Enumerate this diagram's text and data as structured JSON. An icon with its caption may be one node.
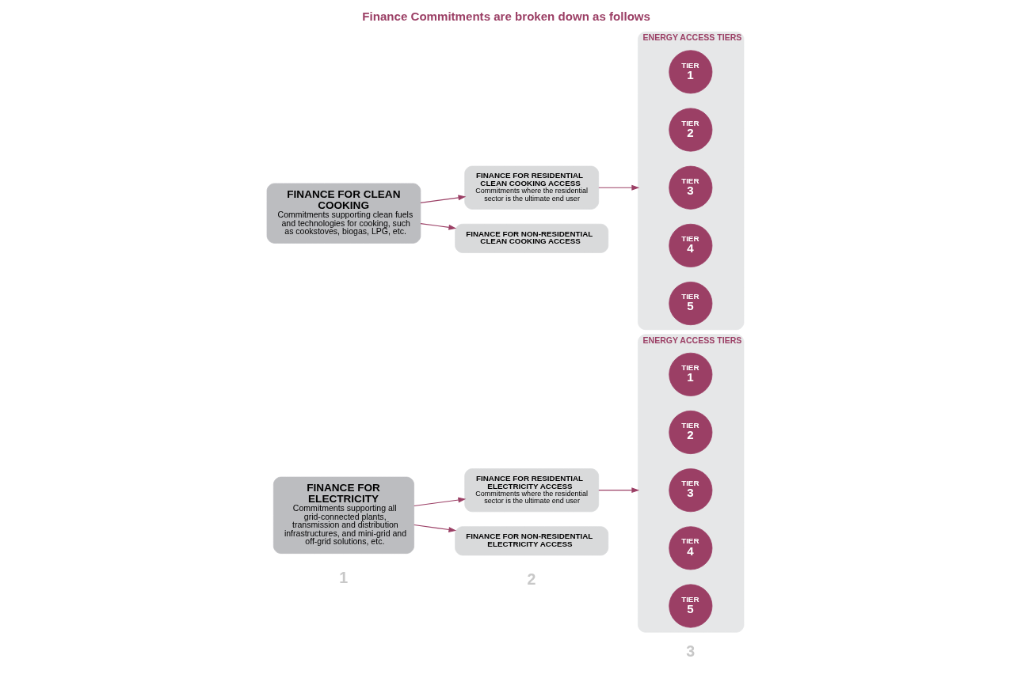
{
  "diagram": {
    "title": "Finance Commitments are broken down as follows",
    "nodes": [
      {
        "text": [
          "FINANCE FOR ELECTRICITY",
          "Commitments supporting all grid-connected plants, transmission and distribution infrastructures, and mini-grid and off-grid solutions, etc."
        ]
      },
      {
        "text": [
          "FINANCE FOR RESIDENTIAL ELECTRICITY ACCESS",
          "Commitments where the residential sector is the ultimate end user"
        ]
      },
      {
        "text": [
          "FINANCE FOR NON-RESIDENTIAL ELECTRICITY ACCESS"
        ]
      },
      {
        "text": [
          "ENERGY ACCESS TIERS"
        ]
      },
      {
        "text": [
          "TIER",
          "1"
        ],
        "in": 3
      },
      {
        "text": [
          "TIER",
          "2"
        ],
        "in": 3
      },
      {
        "text": [
          "TIER",
          "3"
        ],
        "in": 3
      },
      {
        "text": [
          "TIER",
          "4"
        ],
        "in": 3
      },
      {
        "text": [
          "TIER",
          "5"
        ],
        "in": 3
      },
      {
        "text": [
          "FINANCE FOR CLEAN COOKING",
          "Commitments supporting clean fuels and technologies for cooking, such as cookstoves, biogas, LPG, etc."
        ]
      },
      {
        "text": [
          "FINANCE FOR RESIDENTIAL CLEAN COOKING ACCESS",
          "Commitments where the residential sector is the ultimate end user"
        ]
      },
      {
        "text": [
          "FINANCE FOR NON-RESIDENTIAL CLEAN COOKING ACCESS"
        ]
      },
      {
        "text": [
          "ENERGY ACCESS TIERS"
        ]
      },
      {
        "text": [
          "TIER",
          "1"
        ],
        "in": 12
      },
      {
        "text": [
          "TIER",
          "2"
        ],
        "in": 12
      },
      {
        "text": [
          "TIER",
          "3"
        ],
        "in": 12
      },
      {
        "text": [
          "TIER",
          "4"
        ],
        "in": 12
      },
      {
        "text": [
          "TIER",
          "5"
        ],
        "in": 12
      }
    ],
    "edges": [
      {
        "from": 0,
        "to": 1,
        "arrow": "to"
      },
      {
        "from": 0,
        "to": 2,
        "arrow": "to"
      },
      {
        "from": 1,
        "to": 3,
        "arrow": "to"
      },
      {
        "from": 9,
        "to": 10,
        "arrow": "to"
      },
      {
        "from": 9,
        "to": 11,
        "arrow": "to"
      },
      {
        "from": 10,
        "to": 12,
        "arrow": "to"
      }
    ],
    "labels": [
      "1",
      "2",
      "3"
    ]
  }
}
